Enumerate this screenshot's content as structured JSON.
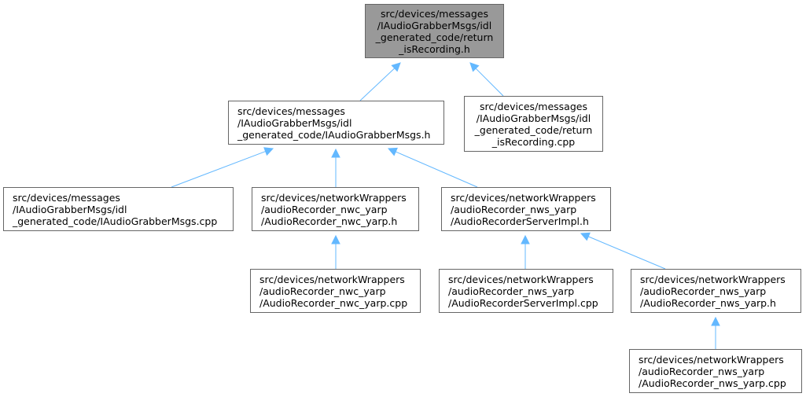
{
  "nodes": {
    "return_h": [
      "src/devices/messages",
      "/IAudioGrabberMsgs/idl",
      "_generated_code/return",
      "_isRecording.h"
    ],
    "grabber_h": [
      "src/devices/messages",
      "/IAudioGrabberMsgs/idl",
      "_generated_code/IAudioGrabberMsgs.h"
    ],
    "return_cpp": [
      "src/devices/messages",
      "/IAudioGrabberMsgs/idl",
      "_generated_code/return",
      "_isRecording.cpp"
    ],
    "grabber_cpp": [
      "src/devices/messages",
      "/IAudioGrabberMsgs/idl",
      "_generated_code/IAudioGrabberMsgs.cpp"
    ],
    "nwc_h": [
      "src/devices/networkWrappers",
      "/audioRecorder_nwc_yarp",
      "/AudioRecorder_nwc_yarp.h"
    ],
    "server_impl_h": [
      "src/devices/networkWrappers",
      "/audioRecorder_nws_yarp",
      "/AudioRecorderServerImpl.h"
    ],
    "nwc_cpp": [
      "src/devices/networkWrappers",
      "/audioRecorder_nwc_yarp",
      "/AudioRecorder_nwc_yarp.cpp"
    ],
    "server_impl_cpp": [
      "src/devices/networkWrappers",
      "/audioRecorder_nws_yarp",
      "/AudioRecorderServerImpl.cpp"
    ],
    "nws_h": [
      "src/devices/networkWrappers",
      "/audioRecorder_nws_yarp",
      "/AudioRecorder_nws_yarp.h"
    ],
    "nws_cpp": [
      "src/devices/networkWrappers",
      "/audioRecorder_nws_yarp",
      "/AudioRecorder_nws_yarp.cpp"
    ]
  },
  "edges": [
    [
      "grabber_h",
      "return_h"
    ],
    [
      "return_cpp",
      "return_h"
    ],
    [
      "grabber_cpp",
      "grabber_h"
    ],
    [
      "nwc_h",
      "grabber_h"
    ],
    [
      "server_impl_h",
      "grabber_h"
    ],
    [
      "nwc_cpp",
      "nwc_h"
    ],
    [
      "server_impl_cpp",
      "server_impl_h"
    ],
    [
      "nws_h",
      "server_impl_h"
    ],
    [
      "nws_cpp",
      "nws_h"
    ]
  ],
  "colors": {
    "current_fill": "#999999",
    "node_border": "#666666",
    "edge": "#63b8ff"
  }
}
